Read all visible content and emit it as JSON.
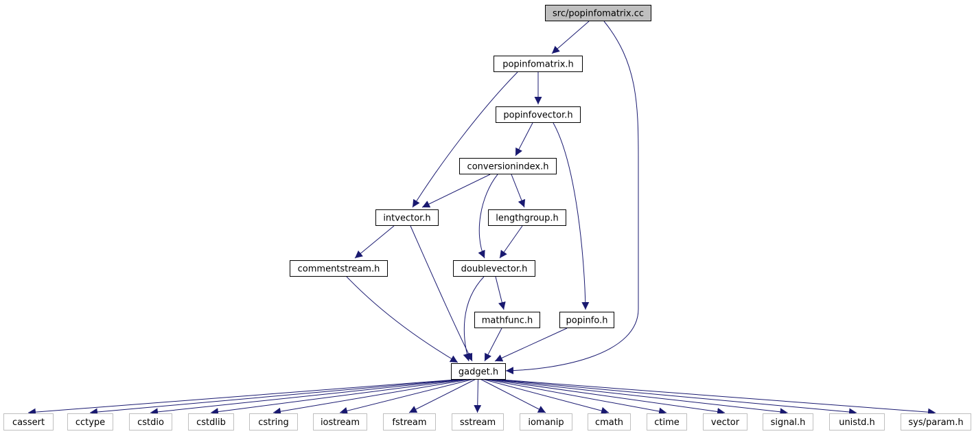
{
  "colors": {
    "edge": "#191970",
    "node_border": "#000000",
    "system_border": "#bfbfbf",
    "root_fill": "#bfbfbf",
    "node_fill": "#ffffff",
    "text": "#000000"
  },
  "nodes": {
    "root": "src/popinfomatrix.cc",
    "popinfomatrix": "popinfomatrix.h",
    "popinfovector": "popinfovector.h",
    "conversionindex": "conversionindex.h",
    "intvector": "intvector.h",
    "lengthgroup": "lengthgroup.h",
    "commentstream": "commentstream.h",
    "doublevector": "doublevector.h",
    "mathfunc": "mathfunc.h",
    "popinfo": "popinfo.h",
    "gadget": "gadget.h",
    "cassert": "cassert",
    "cctype": "cctype",
    "cstdio": "cstdio",
    "cstdlib": "cstdlib",
    "cstring": "cstring",
    "iostream": "iostream",
    "fstream": "fstream",
    "sstream": "sstream",
    "iomanip": "iomanip",
    "cmath": "cmath",
    "ctime": "ctime",
    "vector": "vector",
    "signal": "signal.h",
    "unistd": "unistd.h",
    "sysparam": "sys/param.h"
  },
  "edges": [
    [
      "root",
      "popinfomatrix"
    ],
    [
      "root",
      "gadget"
    ],
    [
      "popinfomatrix",
      "popinfovector"
    ],
    [
      "popinfomatrix",
      "intvector"
    ],
    [
      "popinfovector",
      "conversionindex"
    ],
    [
      "popinfovector",
      "popinfo"
    ],
    [
      "conversionindex",
      "intvector"
    ],
    [
      "conversionindex",
      "lengthgroup"
    ],
    [
      "conversionindex",
      "doublevector"
    ],
    [
      "intvector",
      "commentstream"
    ],
    [
      "intvector",
      "gadget"
    ],
    [
      "lengthgroup",
      "doublevector"
    ],
    [
      "doublevector",
      "mathfunc"
    ],
    [
      "doublevector",
      "gadget"
    ],
    [
      "commentstream",
      "gadget"
    ],
    [
      "mathfunc",
      "gadget"
    ],
    [
      "popinfo",
      "gadget"
    ],
    [
      "gadget",
      "cassert"
    ],
    [
      "gadget",
      "cctype"
    ],
    [
      "gadget",
      "cstdio"
    ],
    [
      "gadget",
      "cstdlib"
    ],
    [
      "gadget",
      "cstring"
    ],
    [
      "gadget",
      "iostream"
    ],
    [
      "gadget",
      "fstream"
    ],
    [
      "gadget",
      "sstream"
    ],
    [
      "gadget",
      "iomanip"
    ],
    [
      "gadget",
      "cmath"
    ],
    [
      "gadget",
      "ctime"
    ],
    [
      "gadget",
      "vector"
    ],
    [
      "gadget",
      "signal"
    ],
    [
      "gadget",
      "unistd"
    ],
    [
      "gadget",
      "sysparam"
    ]
  ]
}
